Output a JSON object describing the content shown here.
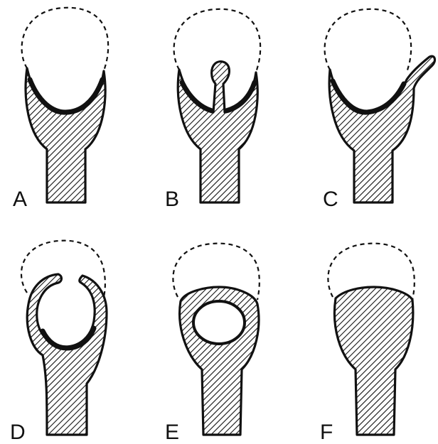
{
  "panels": [
    {
      "id": "A",
      "label": "A"
    },
    {
      "id": "B",
      "label": "B"
    },
    {
      "id": "C",
      "label": "C"
    },
    {
      "id": "D",
      "label": "D"
    },
    {
      "id": "E",
      "label": "E"
    },
    {
      "id": "F",
      "label": "F"
    }
  ],
  "colors": {
    "ink": "#111111",
    "background": "#ffffff"
  }
}
